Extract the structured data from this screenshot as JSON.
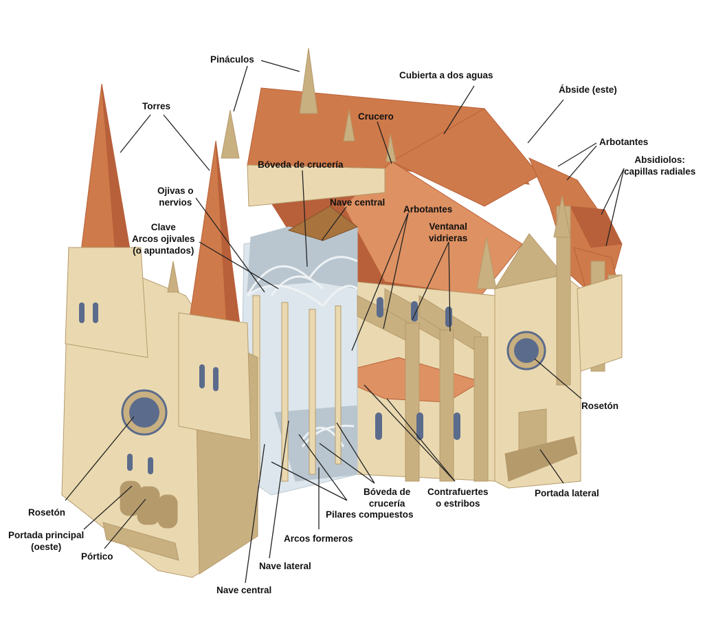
{
  "colors": {
    "roof": "#cf7a4a",
    "roof_dark": "#b8603a",
    "roof_light": "#de9162",
    "stone": "#ead9b0",
    "stone_dark": "#c9b081",
    "stone_shadow": "#b59a6c",
    "interior": "#dde6ec",
    "interior_shade": "#b9c6d0",
    "window": "#5b6b8c",
    "leader": "#222222"
  },
  "labels": {
    "pinaculos": "Pináculos",
    "cubierta": "Cubierta a dos aguas",
    "abside": "Ábside (este)",
    "torres": "Torres",
    "crucero": "Crucero",
    "arbotantes_top": "Arbotantes",
    "absidiolos_1": "Absidiolos:",
    "absidiolos_2": "capillas radiales",
    "boveda_top": "Bóveda de crucería",
    "ojivas_1": "Ojivas o",
    "ojivas_2": "nervios",
    "nave_central_top": "Nave central",
    "arbotantes_mid": "Arbotantes",
    "clave": "Clave",
    "arcos_ojivales_1": "Arcos ojivales",
    "arcos_ojivales_2": "(o apuntados)",
    "ventanal_1": "Ventanal",
    "ventanal_2": "vidrieras",
    "roseton_right": "Rosetón",
    "roseton_left": "Rosetón",
    "portada_lateral": "Portada lateral",
    "boveda_bottom_1": "Bóveda de",
    "boveda_bottom_2": "crucería",
    "contrafuertes_1": "Contrafuertes",
    "contrafuertes_2": "o estribos",
    "pilares": "Pilares compuestos",
    "portada_principal_1": "Portada principal",
    "portada_principal_2": "(oeste)",
    "portico": "Pórtico",
    "arcos_formeros": "Arcos formeros",
    "nave_lateral": "Nave lateral",
    "nave_central_bottom": "Nave central"
  }
}
